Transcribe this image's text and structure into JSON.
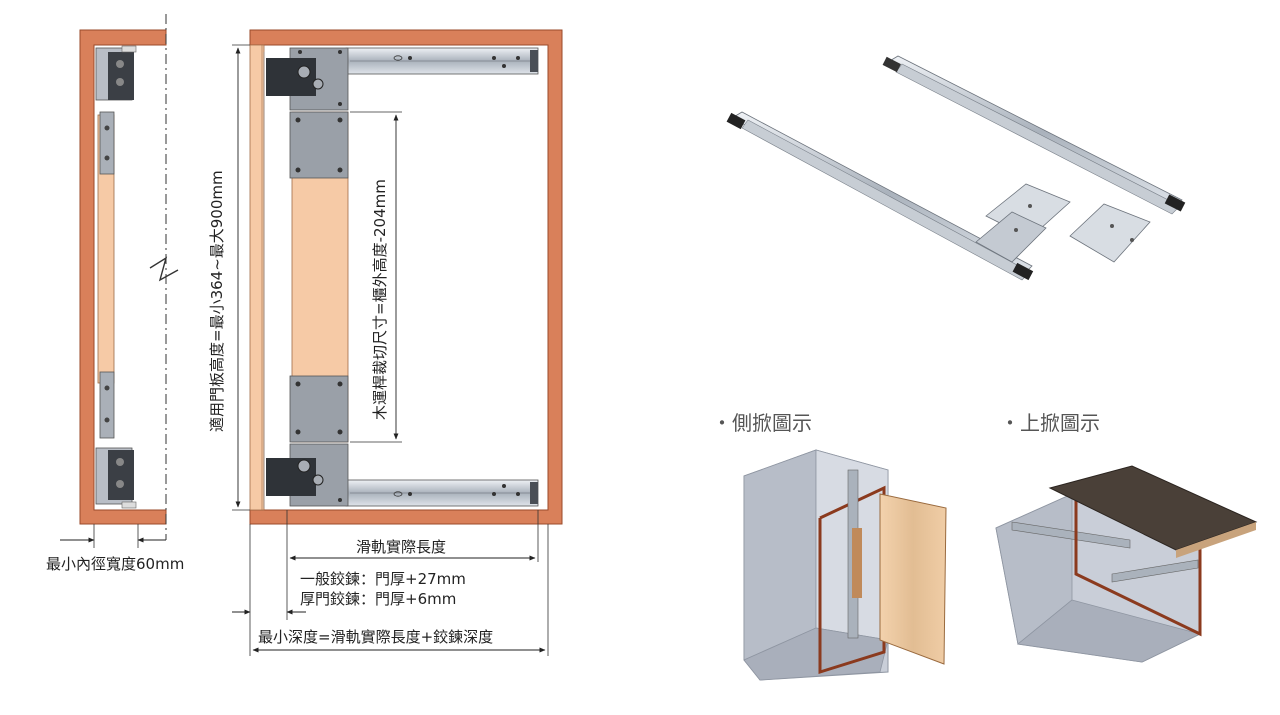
{
  "labels": {
    "min_inner_width": "最小內徑寬度60mm",
    "door_height": "適用門板高度=最小364~最大900mm",
    "wood_cut": "木運桿裁切尺寸=櫃外高度-204mm",
    "slide_length": "滑軌實際長度",
    "hinge_general": "一般鉸鍊：門厚+27mm",
    "hinge_thick": "厚門鉸鍊：門厚+6mm",
    "min_depth": "最小深度=滑軌實際長度+鉸鍊深度",
    "side_swing": "・側掀圖示",
    "top_swing": "・上掀圖示"
  },
  "colors": {
    "cabinet": "#d9805a",
    "cabinet_edge": "#9a4a2a",
    "wood_panel": "#f6caa6",
    "steel": "#b9bec6",
    "steel_dark": "#5a5f66",
    "plate": "#9aa0a8",
    "door_wood": "#e8c7a2",
    "box_glass": "#c9ced8",
    "door_frame": "#8b3a1e",
    "top_panel": "#4a4038"
  }
}
